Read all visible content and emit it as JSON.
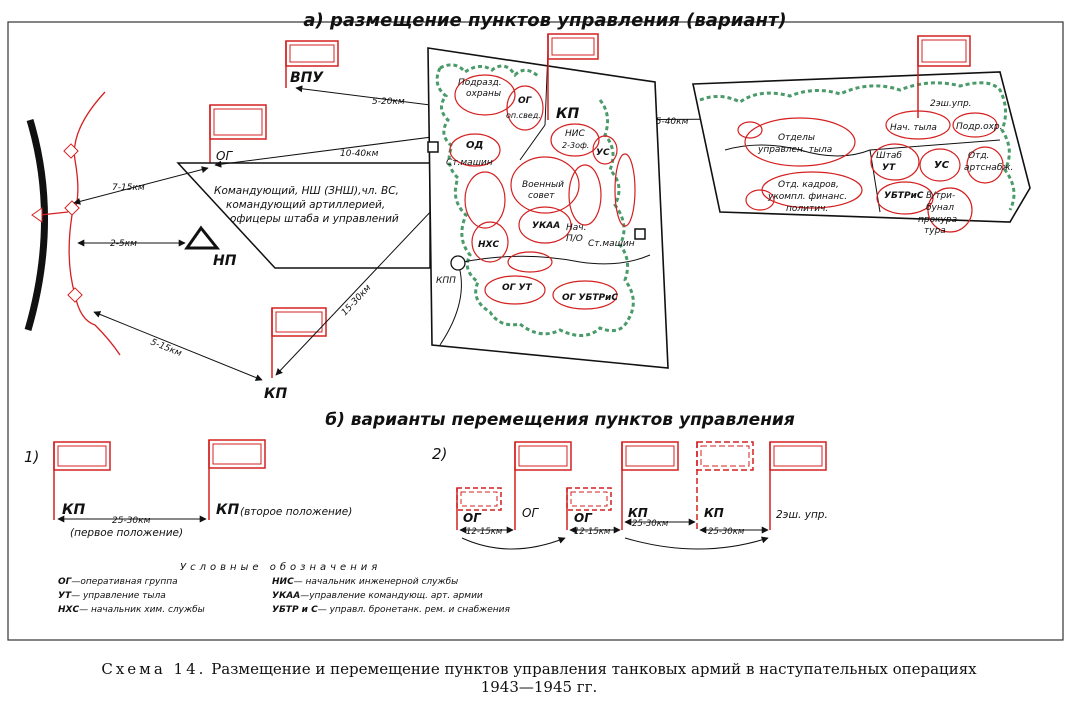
{
  "title_a": "а) размещение пунктов управления (вариант)",
  "title_b": "б) варианты перемещения пунктов управления",
  "posts": {
    "vpu": "ВПУ",
    "og": "ОГ",
    "np": "НП",
    "kp": "КП"
  },
  "distances": {
    "vpu": "5-20км",
    "og": "10-40км",
    "front_og": "7-15км",
    "front_np": "2-5км",
    "front_kp": "5-15км",
    "kp_center": "15-30км",
    "kp_rear": "15-40км"
  },
  "og_box": [
    "Командующий, НШ (ЗНШ),чл. ВС,",
    "командующий артиллерией,",
    "офицеры штаба и управлений"
  ],
  "kp_area": {
    "guard": [
      "Подразд.",
      "охраны"
    ],
    "og_lbl": "ОГ",
    "op": "оп.свед.",
    "kp": "КП",
    "nis": "НИС",
    "third": "2-3оф.",
    "us": "УС",
    "od": "ОД",
    "parking1": "Ст.машин",
    "council": [
      "Военный",
      "совет"
    ],
    "ukaa": "УКАА",
    "nach": [
      "Нач.",
      "П/О"
    ],
    "parking2": "Ст.машин",
    "nhs": "НХС",
    "kpp": "КПП",
    "og_ut": "ОГ УТ",
    "og_ubtr": "ОГ УБТРиС"
  },
  "rear_area": {
    "ech": "2эш.упр.",
    "depts": [
      "Отделы",
      "управлен. тыла"
    ],
    "nach_tyla": "Нач. тыла",
    "guard": [
      "Подр.охр."
    ],
    "shtab": [
      "Штаб",
      "УТ"
    ],
    "us": "УС",
    "supply": [
      "Отд.",
      "артснабж."
    ],
    "cadre": [
      "Отд. кадров,",
      "укомпл. финанс.",
      "политич."
    ],
    "ubtr": "УБТРиС",
    "tribunal": [
      "В/три-",
      "бунал",
      "прокура-",
      "тура"
    ]
  },
  "part_b": {
    "variant1_label": "1)",
    "variant2_label": "2)",
    "kp1": "КП",
    "kp2": "КП",
    "kp2_note": "(второе положение)",
    "dist1": "25-30км",
    "first_pos": "(первое положение)",
    "og_a": "ОГ",
    "og_mid": "ОГ",
    "og_b": "ОГ",
    "d_og1": "12-15км",
    "d_og2": "12-15км",
    "kp3": "КП",
    "kp4": "КП",
    "d_kp1": "25-30км",
    "d_kp2": "25-30км",
    "ech2": "2эш. упр."
  },
  "legend": {
    "title": "Условные обозначения",
    "left": [
      [
        "ОГ",
        "—оперативная группа"
      ],
      [
        "УТ",
        "— управление тыла"
      ],
      [
        "НХС",
        "— начальник хим. службы"
      ]
    ],
    "right": [
      [
        "НИС",
        "— начальник инженерной службы"
      ],
      [
        "УКАА",
        "—управление командующ. арт. армии"
      ],
      [
        "УБТР и С",
        "— управл. бронетанк. рем. и снабжения"
      ]
    ]
  },
  "caption": {
    "prefix": "Схема 14.",
    "text": "Размещение и перемещение пунктов управления танковых армий в наступательных операциях",
    "line2": "1943—1945 гг."
  },
  "colors": {
    "flag_red": "#d42020",
    "ink": "#111111",
    "green": "#4a9a6a"
  }
}
